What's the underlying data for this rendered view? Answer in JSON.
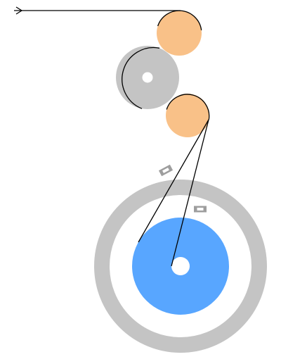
{
  "diagram": {
    "description_visible_text": "",
    "colors": {
      "background": "#ffffff",
      "line": "#000000",
      "roller_fill": "#f9c188",
      "drum_fill": "#c4c4c4",
      "reel_fill": "#58a6ff",
      "ring_fill": "#c4c4c4",
      "hole_fill": "#ffffff",
      "guide_fill": "#9e9e9e"
    },
    "parts": [
      {
        "name": "feed-arrow",
        "kind": "arrow"
      },
      {
        "name": "top-roller",
        "kind": "roller"
      },
      {
        "name": "drum",
        "kind": "drum-with-hub"
      },
      {
        "name": "lower-roller",
        "kind": "roller"
      },
      {
        "name": "outer-ring",
        "kind": "ring"
      },
      {
        "name": "take-up-reel",
        "kind": "reel-with-hub"
      },
      {
        "name": "guide-left",
        "kind": "guide-clip"
      },
      {
        "name": "guide-right",
        "kind": "guide-clip"
      }
    ]
  }
}
